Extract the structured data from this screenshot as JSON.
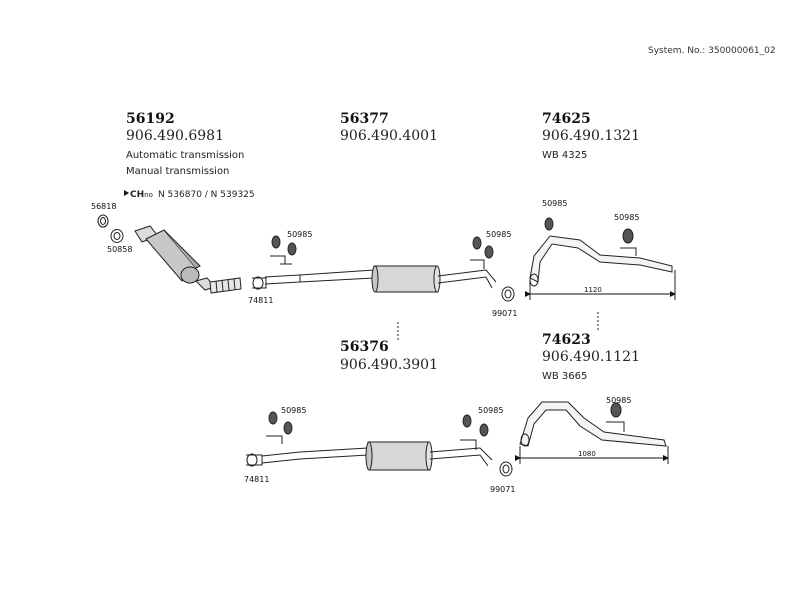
{
  "system": {
    "label": "System. No.: 350000061_02"
  },
  "groups": [
    {
      "number": "56192",
      "partno": "906.490.6981",
      "notes": [
        "Automatic transmission",
        "Manual transmission"
      ],
      "ch_prefix": "CH",
      "ch_suffix": "no",
      "ch_text": "N 536870 / N 539325"
    },
    {
      "number": "56377",
      "partno": "906.490.4001"
    },
    {
      "number": "74625",
      "partno": "906.490.1321",
      "wb": "WB 4325"
    },
    {
      "number": "56376",
      "partno": "906.490.3901"
    },
    {
      "number": "74623",
      "partno": "906.490.1121",
      "wb": "WB 3665"
    }
  ],
  "callouts": {
    "c56818": "56818",
    "c50858": "50858",
    "c74811a": "74811",
    "c50985a": "50985",
    "c50985b": "50985",
    "c99071a": "99071",
    "c50985c": "50985",
    "c50985d": "50985",
    "c50985e": "50985",
    "c74811b": "74811",
    "c50985f": "50985",
    "c99071b": "99071",
    "c50985g": "50985"
  },
  "dimensions": {
    "tailpipe_long": "1120",
    "tailpipe_short": "1080"
  }
}
